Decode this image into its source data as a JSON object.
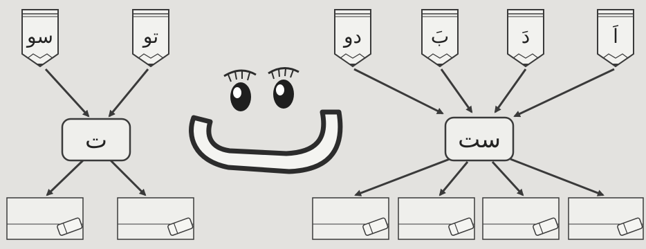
{
  "worksheet": {
    "left_group": {
      "center_letter": "ت",
      "pencils": [
        "سو",
        "تو"
      ],
      "answer_boxes": 2
    },
    "right_group": {
      "center_letter": "ست",
      "pencils": [
        "دو",
        "بَ",
        "دَ",
        "اَ"
      ],
      "answer_boxes": 4
    },
    "mascot": {
      "letter_shape": "ت",
      "description_icon": "smiling-face-icon"
    }
  },
  "colors": {
    "background": "#e3e2df",
    "ink": "#3a3a3a",
    "box_fill": "#efefec"
  }
}
